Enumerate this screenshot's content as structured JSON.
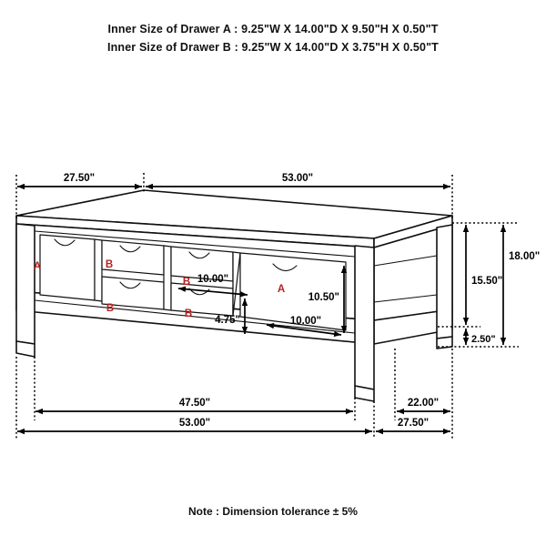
{
  "header": {
    "line1": "Inner Size of Drawer A : 9.25\"W X 14.00\"D X 9.50\"H X 0.50\"T",
    "line2": "Inner Size of Drawer B : 9.25\"W X 14.00\"D X 3.75\"H X 0.50\"T"
  },
  "footer": {
    "note": "Note : Dimension tolerance ± 5%"
  },
  "colors": {
    "line": "#111111",
    "dimension": "#000000",
    "drawer_label": "#b4231f",
    "background": "#ffffff"
  },
  "product": {
    "type": "coffee-table",
    "view": "perspective-front-right"
  },
  "dimensions": {
    "top": [
      {
        "name": "depth-top",
        "value": "27.50\""
      },
      {
        "name": "width-top",
        "value": "53.00\""
      }
    ],
    "right": [
      {
        "name": "overall-height",
        "value": "18.00\""
      },
      {
        "name": "height-to-underside",
        "value": "15.50\""
      },
      {
        "name": "foot-height",
        "value": "2.50\""
      }
    ],
    "interior": [
      {
        "name": "drawer-b-width",
        "value": "10.00\""
      },
      {
        "name": "drawer-b-height",
        "value": "4.75\""
      },
      {
        "name": "drawer-a-height",
        "value": "10.50\""
      },
      {
        "name": "drawer-a-width",
        "value": "10.00\""
      }
    ],
    "bottom": [
      {
        "name": "inner-width",
        "value": "47.50\""
      },
      {
        "name": "inner-depth",
        "value": "22.00\""
      },
      {
        "name": "overall-width",
        "value": "53.00\""
      },
      {
        "name": "overall-depth",
        "value": "27.50\""
      }
    ]
  },
  "drawer_labels": {
    "a_left": "A",
    "b_col1_top": "B",
    "b_col1_bottom": "B",
    "b_col2_top": "B",
    "b_col2_bottom": "B",
    "a_right": "A"
  }
}
